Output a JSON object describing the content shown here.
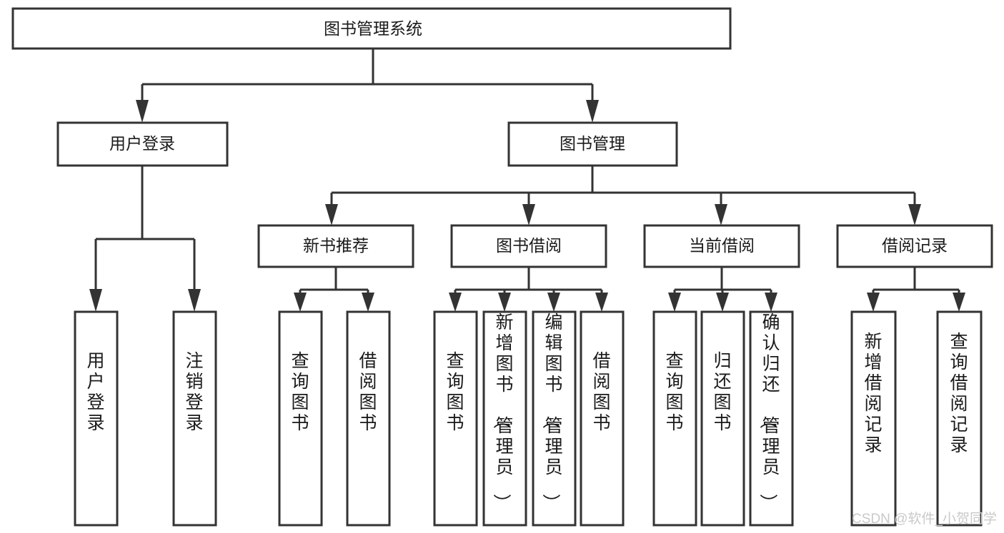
{
  "diagram": {
    "title_node": {
      "id": "root",
      "label": "图书管理系统",
      "orientation": "horizontal"
    },
    "level1": [
      {
        "id": "user-login",
        "label": "用户登录",
        "orientation": "horizontal"
      },
      {
        "id": "book-management",
        "label": "图书管理",
        "orientation": "horizontal"
      }
    ],
    "level2": [
      {
        "id": "new-book-recommend",
        "label": "新书推荐",
        "orientation": "horizontal",
        "parent": "book-management"
      },
      {
        "id": "book-borrow",
        "label": "图书借阅",
        "orientation": "horizontal",
        "parent": "book-management"
      },
      {
        "id": "current-borrow",
        "label": "当前借阅",
        "orientation": "horizontal",
        "parent": "book-management"
      },
      {
        "id": "borrow-record",
        "label": "借阅记录",
        "orientation": "horizontal",
        "parent": "book-management"
      }
    ],
    "leaves": [
      {
        "id": "leaf-user-login",
        "label": "用户登录",
        "orientation": "vertical",
        "parent": "user-login"
      },
      {
        "id": "leaf-logout",
        "label": "注销登录",
        "orientation": "vertical",
        "parent": "user-login"
      },
      {
        "id": "leaf-query-book-1",
        "label": "查询图书",
        "orientation": "vertical",
        "parent": "new-book-recommend"
      },
      {
        "id": "leaf-borrow-book-1",
        "label": "借阅图书",
        "orientation": "vertical",
        "parent": "new-book-recommend"
      },
      {
        "id": "leaf-query-book-2",
        "label": "查询图书",
        "orientation": "vertical",
        "parent": "book-borrow"
      },
      {
        "id": "leaf-add-book",
        "label": "新增图书（管理员）",
        "orientation": "vertical",
        "parent": "book-borrow"
      },
      {
        "id": "leaf-edit-book",
        "label": "编辑图书（管理员）",
        "orientation": "vertical",
        "parent": "book-borrow"
      },
      {
        "id": "leaf-borrow-book-2",
        "label": "借阅图书",
        "orientation": "vertical",
        "parent": "book-borrow"
      },
      {
        "id": "leaf-query-book-3",
        "label": "查询图书",
        "orientation": "vertical",
        "parent": "current-borrow"
      },
      {
        "id": "leaf-return-book",
        "label": "归还图书",
        "orientation": "vertical",
        "parent": "current-borrow"
      },
      {
        "id": "leaf-confirm-return",
        "label": "确认归还（管理员）",
        "orientation": "vertical",
        "parent": "current-borrow"
      },
      {
        "id": "leaf-add-record",
        "label": "新增借阅记录",
        "orientation": "vertical",
        "parent": "borrow-record"
      },
      {
        "id": "leaf-query-record",
        "label": "查询借阅记录",
        "orientation": "vertical",
        "parent": "borrow-record"
      }
    ],
    "watermark": "CSDN @软件_小贺同学",
    "colors": {
      "box_stroke": "#333333",
      "box_fill": "#ffffff",
      "text": "#1a1a1a",
      "watermark": "#c9c9c9",
      "background": "#ffffff"
    }
  }
}
